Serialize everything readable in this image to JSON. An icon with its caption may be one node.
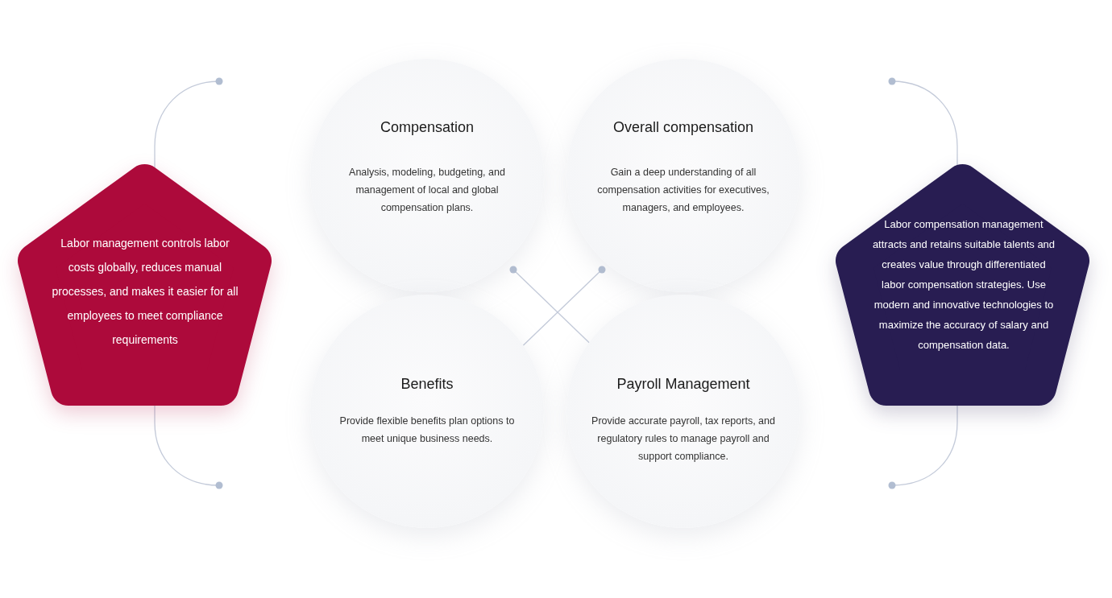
{
  "diagram": {
    "nodes": [
      {
        "text": [
          "Labor management controls labor costs globally, reduces manual processes, and makes it easier for all employees to meet compliance requirements"
        ]
      },
      {
        "text": [
          "Compensation",
          "Analysis, modeling, budgeting, and management of local and global compensation plans."
        ]
      },
      {
        "text": [
          "Overall compensation",
          "Gain a deep understanding of all compensation activities for executives, managers, and employees."
        ]
      },
      {
        "text": [
          "Benefits",
          "Provide flexible benefits plan options to meet unique business needs."
        ]
      },
      {
        "text": [
          "Payroll Management",
          "Provide accurate payroll, tax reports, and regulatory rules to manage payroll and support compliance."
        ]
      },
      {
        "text": [
          "Labor compensation management attracts and retains suitable talents and creates value through differentiated labor compensation strategies. Use modern and innovative technologies to maximize the accuracy of salary and compensation data."
        ]
      }
    ],
    "edges": []
  }
}
